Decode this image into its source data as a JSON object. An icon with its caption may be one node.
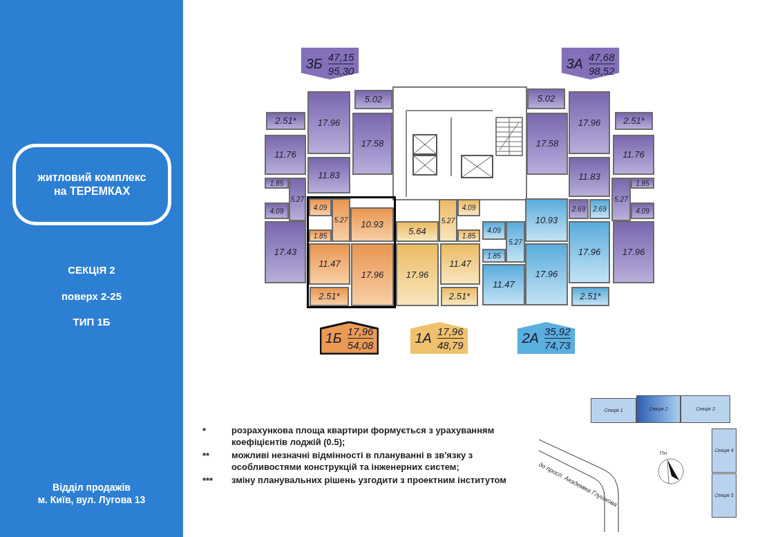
{
  "diagram": {
    "nodes": [
      {
        "text": [
          "житловий комплекс на ТЕРЕМКАХ"
        ]
      },
      {
        "text": [
          "3Б",
          "47,15",
          "95,30"
        ]
      },
      {
        "text": [
          "3А",
          "47,68",
          "98,52"
        ]
      },
      {
        "text": [
          "2.51*"
        ]
      },
      {
        "text": [
          "17.96"
        ]
      },
      {
        "text": [
          "5.02"
        ]
      },
      {
        "text": [
          "17.58"
        ]
      },
      {
        "text": [
          "11.76"
        ]
      },
      {
        "text": [
          "11.83"
        ]
      },
      {
        "text": [
          "1.85"
        ]
      },
      {
        "text": [
          "5.27"
        ]
      },
      {
        "text": [
          "4.09"
        ]
      },
      {
        "text": [
          "17.43"
        ]
      },
      {
        "text": [
          "5.02"
        ]
      },
      {
        "text": [
          "17.96"
        ]
      },
      {
        "text": [
          "2.51*"
        ]
      },
      {
        "text": [
          "17.58"
        ]
      },
      {
        "text": [
          "11.76"
        ]
      },
      {
        "text": [
          "11.83"
        ]
      },
      {
        "text": [
          "1.85"
        ]
      },
      {
        "text": [
          "5.27"
        ]
      },
      {
        "text": [
          "2.69"
        ]
      },
      {
        "text": [
          "4.09"
        ]
      },
      {
        "text": [
          "17.96"
        ]
      },
      {
        "text": [
          "4.09"
        ]
      },
      {
        "text": [
          "5.27"
        ]
      },
      {
        "text": [
          "10.93"
        ]
      },
      {
        "text": [
          "1.85"
        ]
      },
      {
        "text": [
          "11.47"
        ]
      },
      {
        "text": [
          "17.96"
        ]
      },
      {
        "text": [
          "2.51*"
        ]
      },
      {
        "text": [
          "5.64"
        ]
      },
      {
        "text": [
          "4.09"
        ]
      },
      {
        "text": [
          "5.27"
        ]
      },
      {
        "text": [
          "1.85"
        ]
      },
      {
        "text": [
          "17.96"
        ]
      },
      {
        "text": [
          "11.47"
        ]
      },
      {
        "text": [
          "2.51*"
        ]
      },
      {
        "text": [
          "10.93"
        ]
      },
      {
        "text": [
          "2.69"
        ]
      },
      {
        "text": [
          "4.09"
        ]
      },
      {
        "text": [
          "5.27"
        ]
      },
      {
        "text": [
          "1.85"
        ]
      },
      {
        "text": [
          "11.47"
        ]
      },
      {
        "text": [
          "17.96"
        ]
      },
      {
        "text": [
          "17.96"
        ]
      },
      {
        "text": [
          "2.51*"
        ]
      },
      {
        "text": [
          "1Б",
          "17,96",
          "54,08"
        ]
      },
      {
        "text": [
          "1А",
          "17,96",
          "48,79"
        ]
      },
      {
        "text": [
          "2А",
          "35,92",
          "74,73"
        ]
      },
      {
        "text": [
          "Секція 1"
        ]
      },
      {
        "text": [
          "Секція 2"
        ]
      },
      {
        "text": [
          "Секція 3"
        ]
      },
      {
        "text": [
          "Секція 4"
        ]
      },
      {
        "text": [
          "Секція 5"
        ]
      }
    ],
    "labels": [
      "СЕКЦІЯ 2",
      "поверх 2-25",
      "ТИП 1Б",
      "Відділ продажів",
      "м. Київ, вул. Лугова 13",
      "*",
      "розрахункова площа квартири формується з урахуванням коефіцієнтів лоджій (0.5);",
      "**",
      "можливі незначні відмінності в плануванні в зв'язку з особливостями конструкцій та інженерних систем;",
      "***",
      "зміну планувальних рішень узгодити з проектним інститутом",
      "до просп. Академіка Глушкова",
      "Пн"
    ]
  }
}
